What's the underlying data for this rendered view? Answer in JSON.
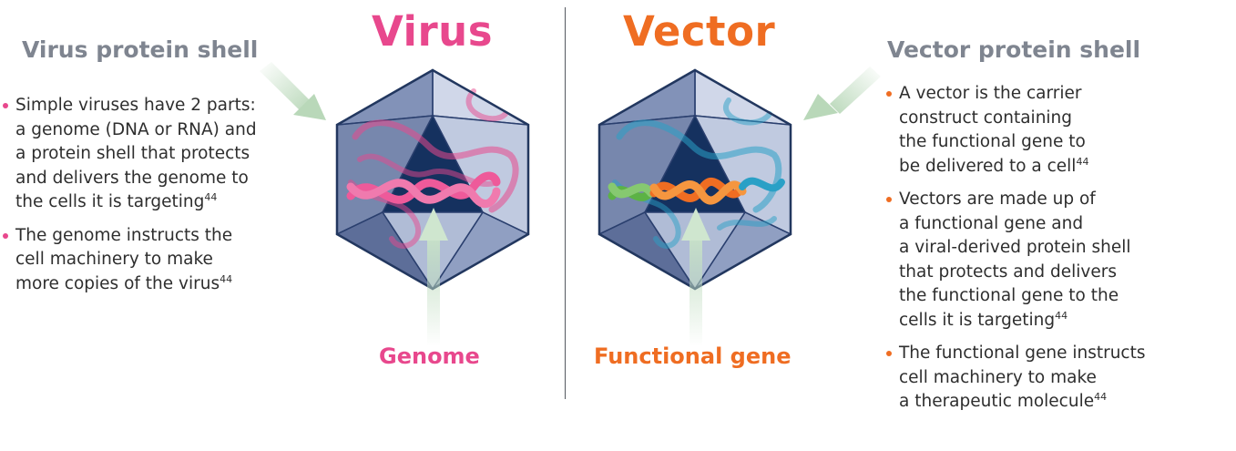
{
  "colors": {
    "virus": "#e8488d",
    "vector": "#ef6d22",
    "heading": "#7f8590",
    "shell_dark": "#1b3a6b",
    "shell_light": "#c9d3e6",
    "arrow_green": "#b9d8b9"
  },
  "virus": {
    "title": "Virus",
    "heading": "Virus protein shell",
    "genome_label": "Genome",
    "bullets": [
      {
        "text": "Simple viruses have 2 parts:\na genome (DNA or RNA) and\na protein shell that protects\nand delivers the genome to\nthe cells it is targeting",
        "ref": "44"
      },
      {
        "text": "The genome instructs the\ncell machinery to make\nmore copies of the virus",
        "ref": "44"
      }
    ]
  },
  "vector": {
    "title": "Vector",
    "heading": "Vector protein shell",
    "gene_label": "Functional gene",
    "bullets": [
      {
        "text": "A vector is the carrier\nconstruct containing\nthe functional gene to\nbe delivered to a cell",
        "ref": "44"
      },
      {
        "text": "Vectors are made up of\na functional gene and\na viral-derived protein shell\nthat protects and delivers\nthe functional gene to the\ncells it is targeting",
        "ref": "44"
      },
      {
        "text": "The functional gene instructs\ncell machinery to make\na therapeutic molecule",
        "ref": "44"
      }
    ]
  },
  "icons": {
    "virus_capsid": "virus-capsid-icon",
    "vector_capsid": "vector-capsid-icon",
    "pointer_arrow": "arrow-icon"
  }
}
